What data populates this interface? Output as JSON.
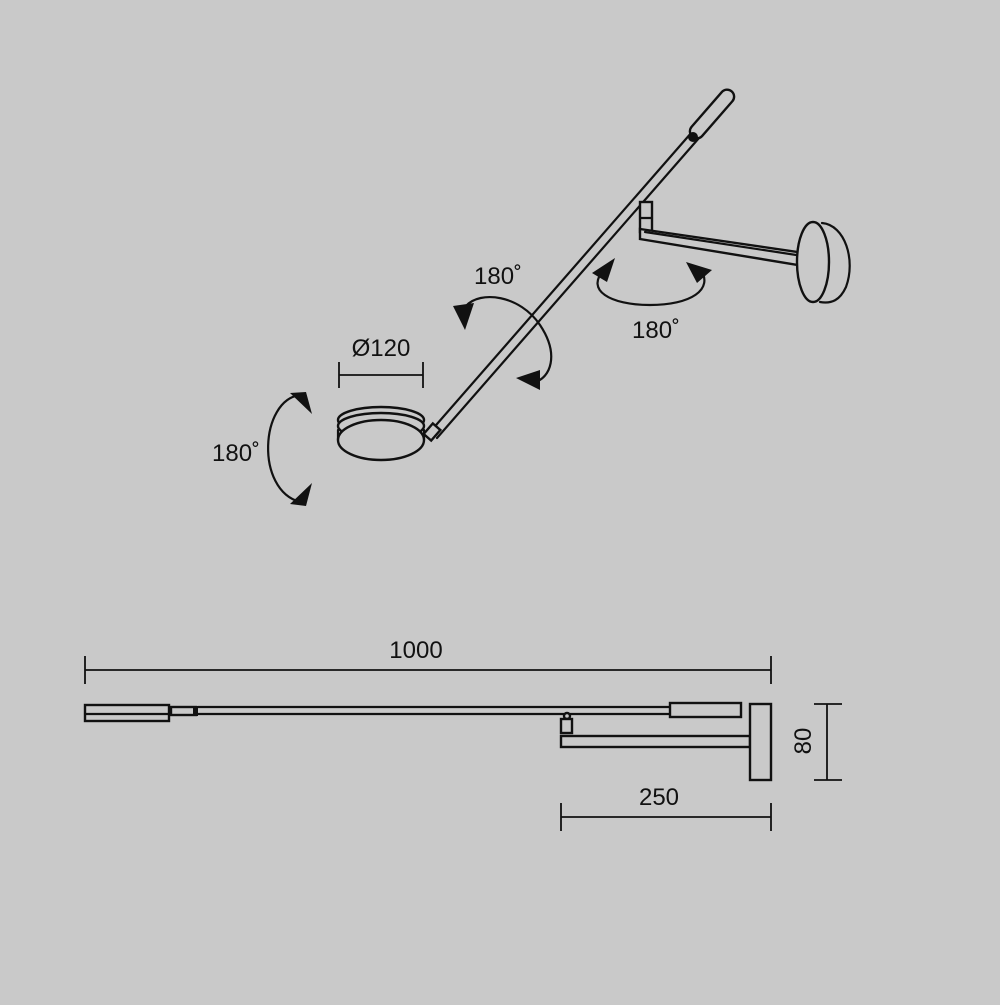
{
  "background_color": "#c9c9c9",
  "line_color": "#111111",
  "perspective_view": {
    "head_diameter_label": "Ø120",
    "rotation_labels": {
      "head_tilt": "180˚",
      "arm_rotation": "180˚",
      "base_swivel": "180˚"
    }
  },
  "side_view": {
    "total_length_label": "1000",
    "bracket_length_label": "250",
    "base_height_label": "80"
  }
}
